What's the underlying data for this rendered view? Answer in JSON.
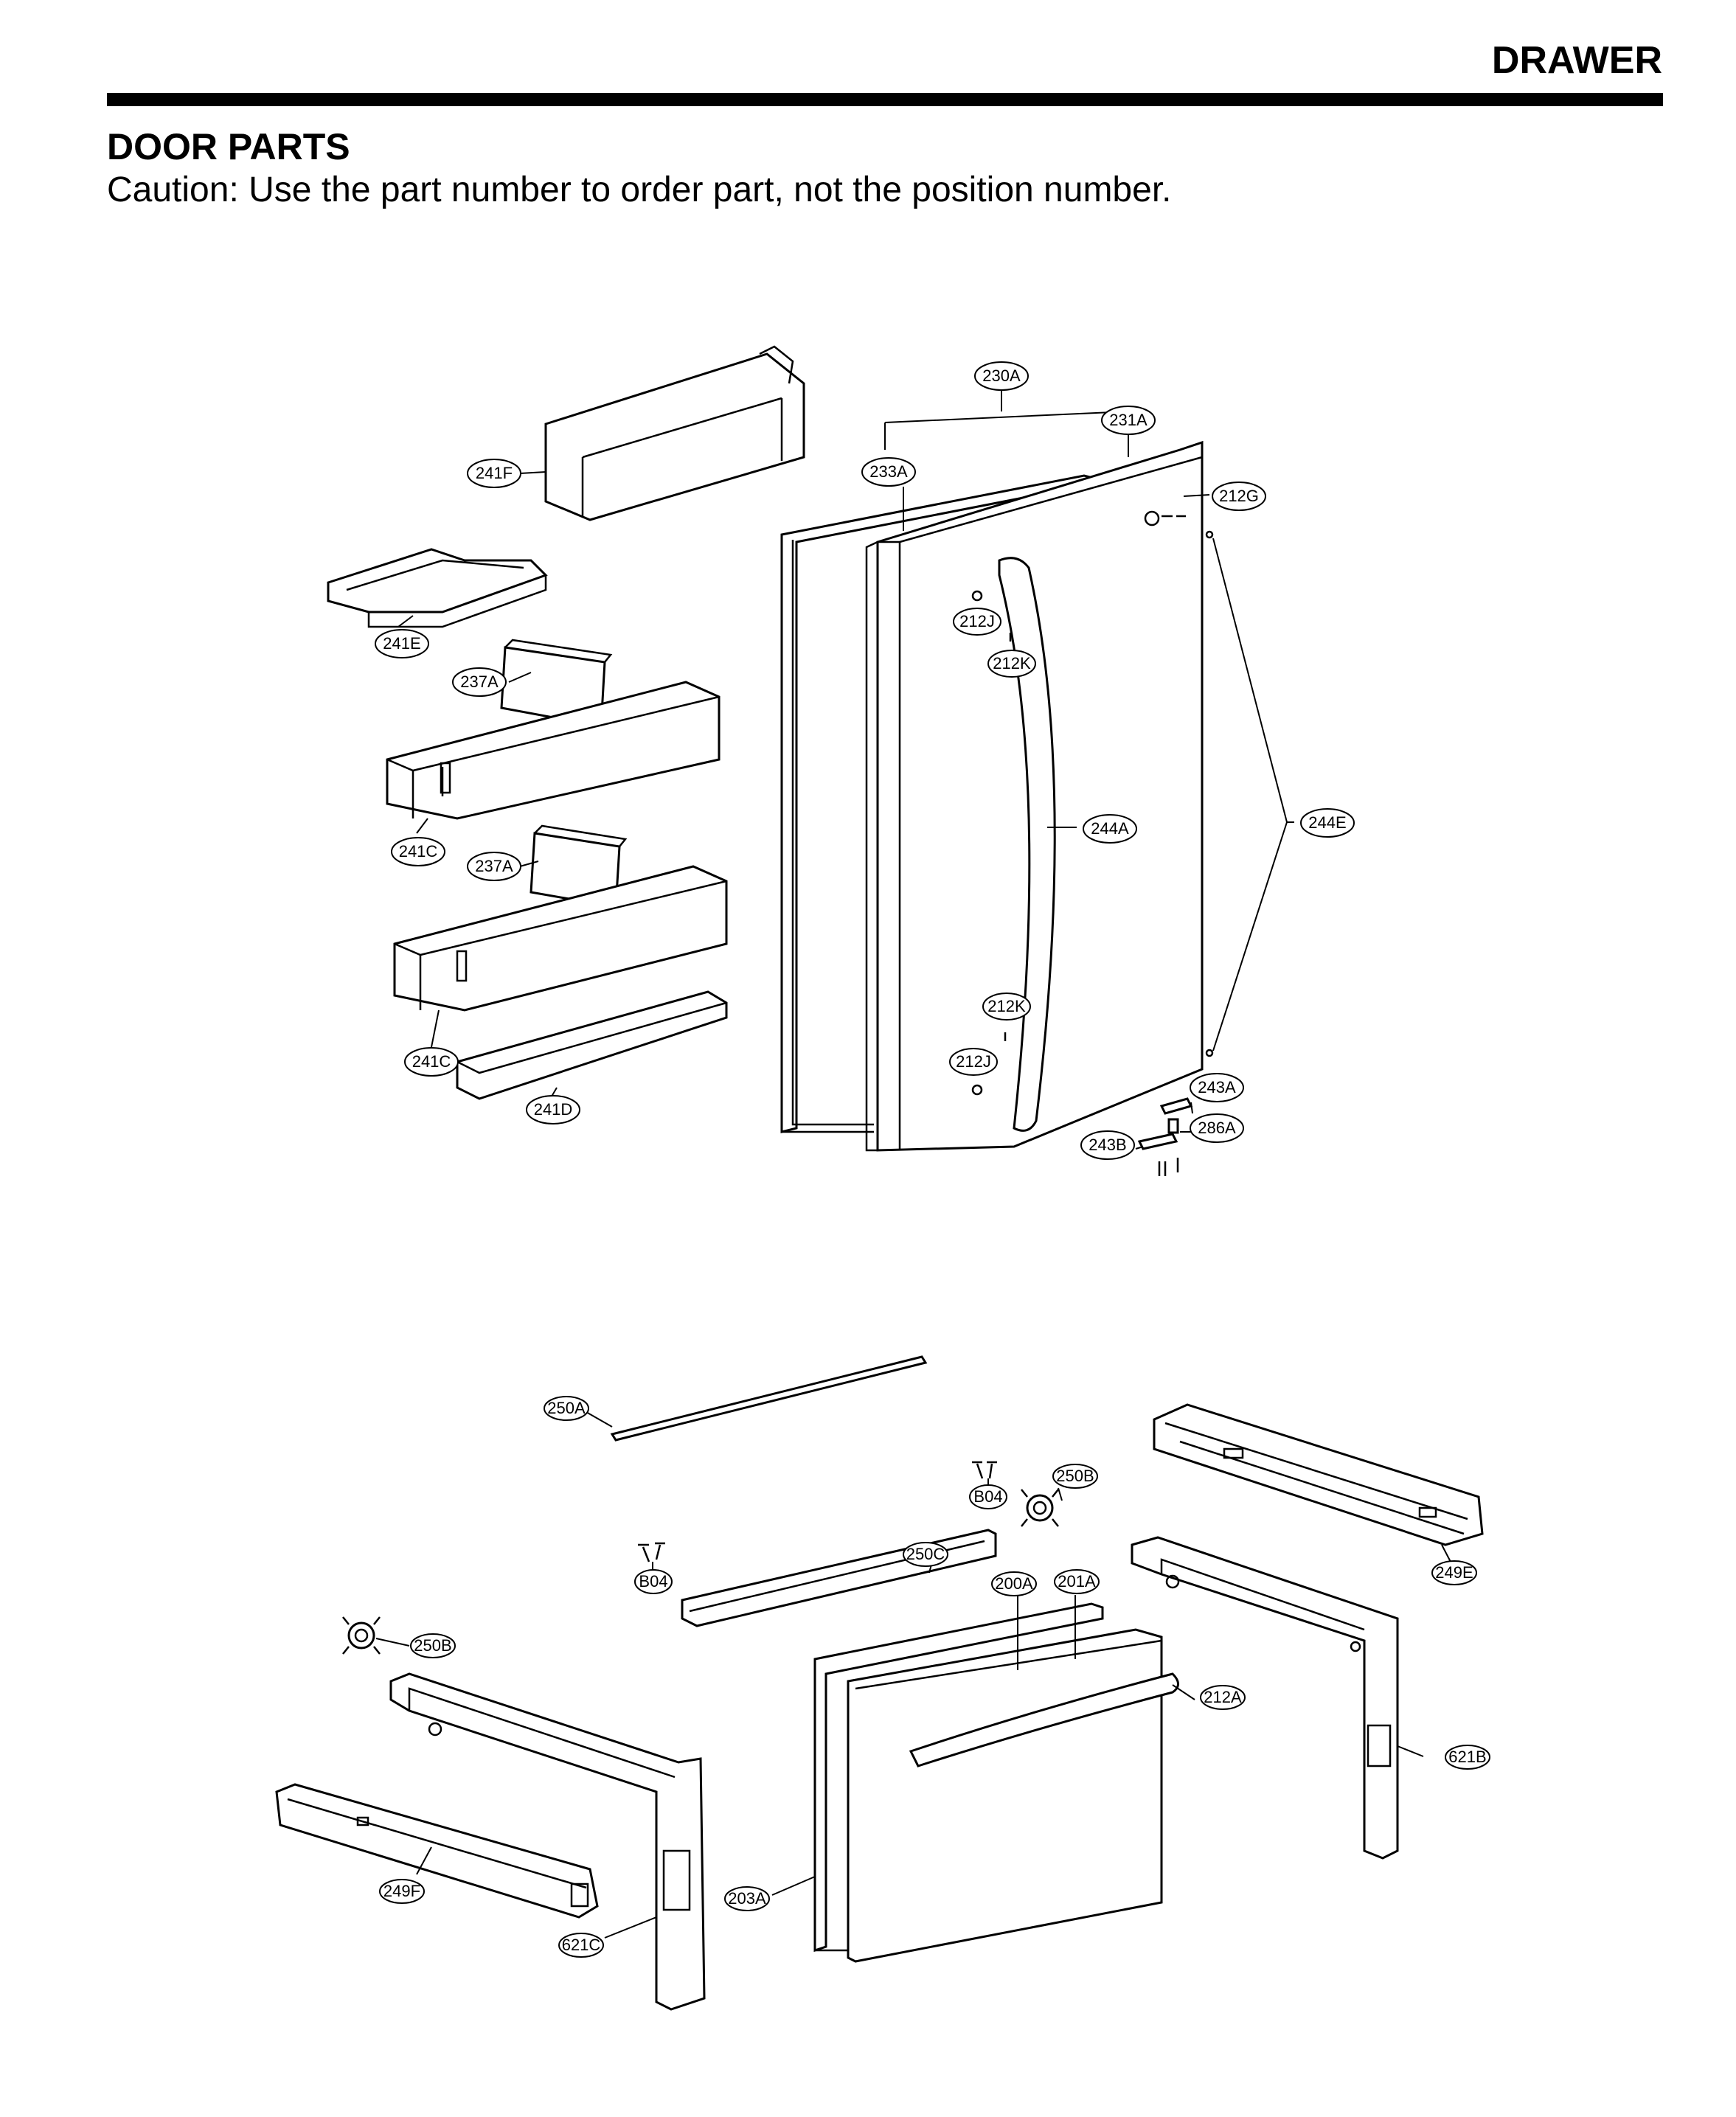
{
  "header": {
    "section": "DRAWER",
    "title": "DOOR PARTS",
    "caution": "Caution: Use the part number to order part, not the position number."
  },
  "labels": {
    "p241F": "241F",
    "p241E": "241E",
    "p237A_1": "237A",
    "p241C_1": "241C",
    "p237A_2": "237A",
    "p241C_2": "241C",
    "p241D": "241D",
    "p230A": "230A",
    "p231A": "231A",
    "p233A": "233A",
    "p212G": "212G",
    "p212J_1": "212J",
    "p212K_1": "212K",
    "p244A": "244A",
    "p244E": "244E",
    "p212K_2": "212K",
    "p212J_2": "212J",
    "p243A": "243A",
    "p286A": "286A",
    "p243B": "243B",
    "p250A": "250A",
    "p250B_1": "250B",
    "pB04_1": "B04",
    "p250C": "250C",
    "pB04_2": "B04",
    "p249E": "249E",
    "p200A": "200A",
    "p201A": "201A",
    "p212A": "212A",
    "p250B_2": "250B",
    "p621B": "621B",
    "p203A": "203A",
    "p249F": "249F",
    "p621C": "621C"
  }
}
